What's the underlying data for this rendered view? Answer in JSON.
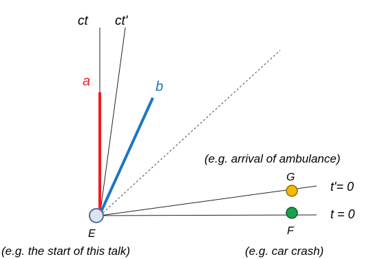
{
  "axes": {
    "ct": "ct",
    "ct_prime": "ct'",
    "t_prime_zero": "t'= 0",
    "t_zero": "t = 0"
  },
  "worldlines": {
    "a": {
      "label": "a",
      "color": "#ee1c24"
    },
    "b": {
      "label": "b",
      "color": "#1b75c4"
    }
  },
  "events": {
    "E": {
      "label": "E",
      "annotation": "(e.g. the start of this talk)",
      "fill": "#dde4f0",
      "stroke": "#4c6fa5"
    },
    "G": {
      "label": "G",
      "annotation": "(e.g. arrival of ambulance)",
      "fill": "#f5b800",
      "stroke": "#8a6d00"
    },
    "F": {
      "label": "F",
      "annotation": "(e.g. car crash)",
      "fill": "#16a34a",
      "stroke": "#0e5a2a"
    }
  },
  "light_line": {
    "style": "dashed",
    "color": "#444444"
  }
}
